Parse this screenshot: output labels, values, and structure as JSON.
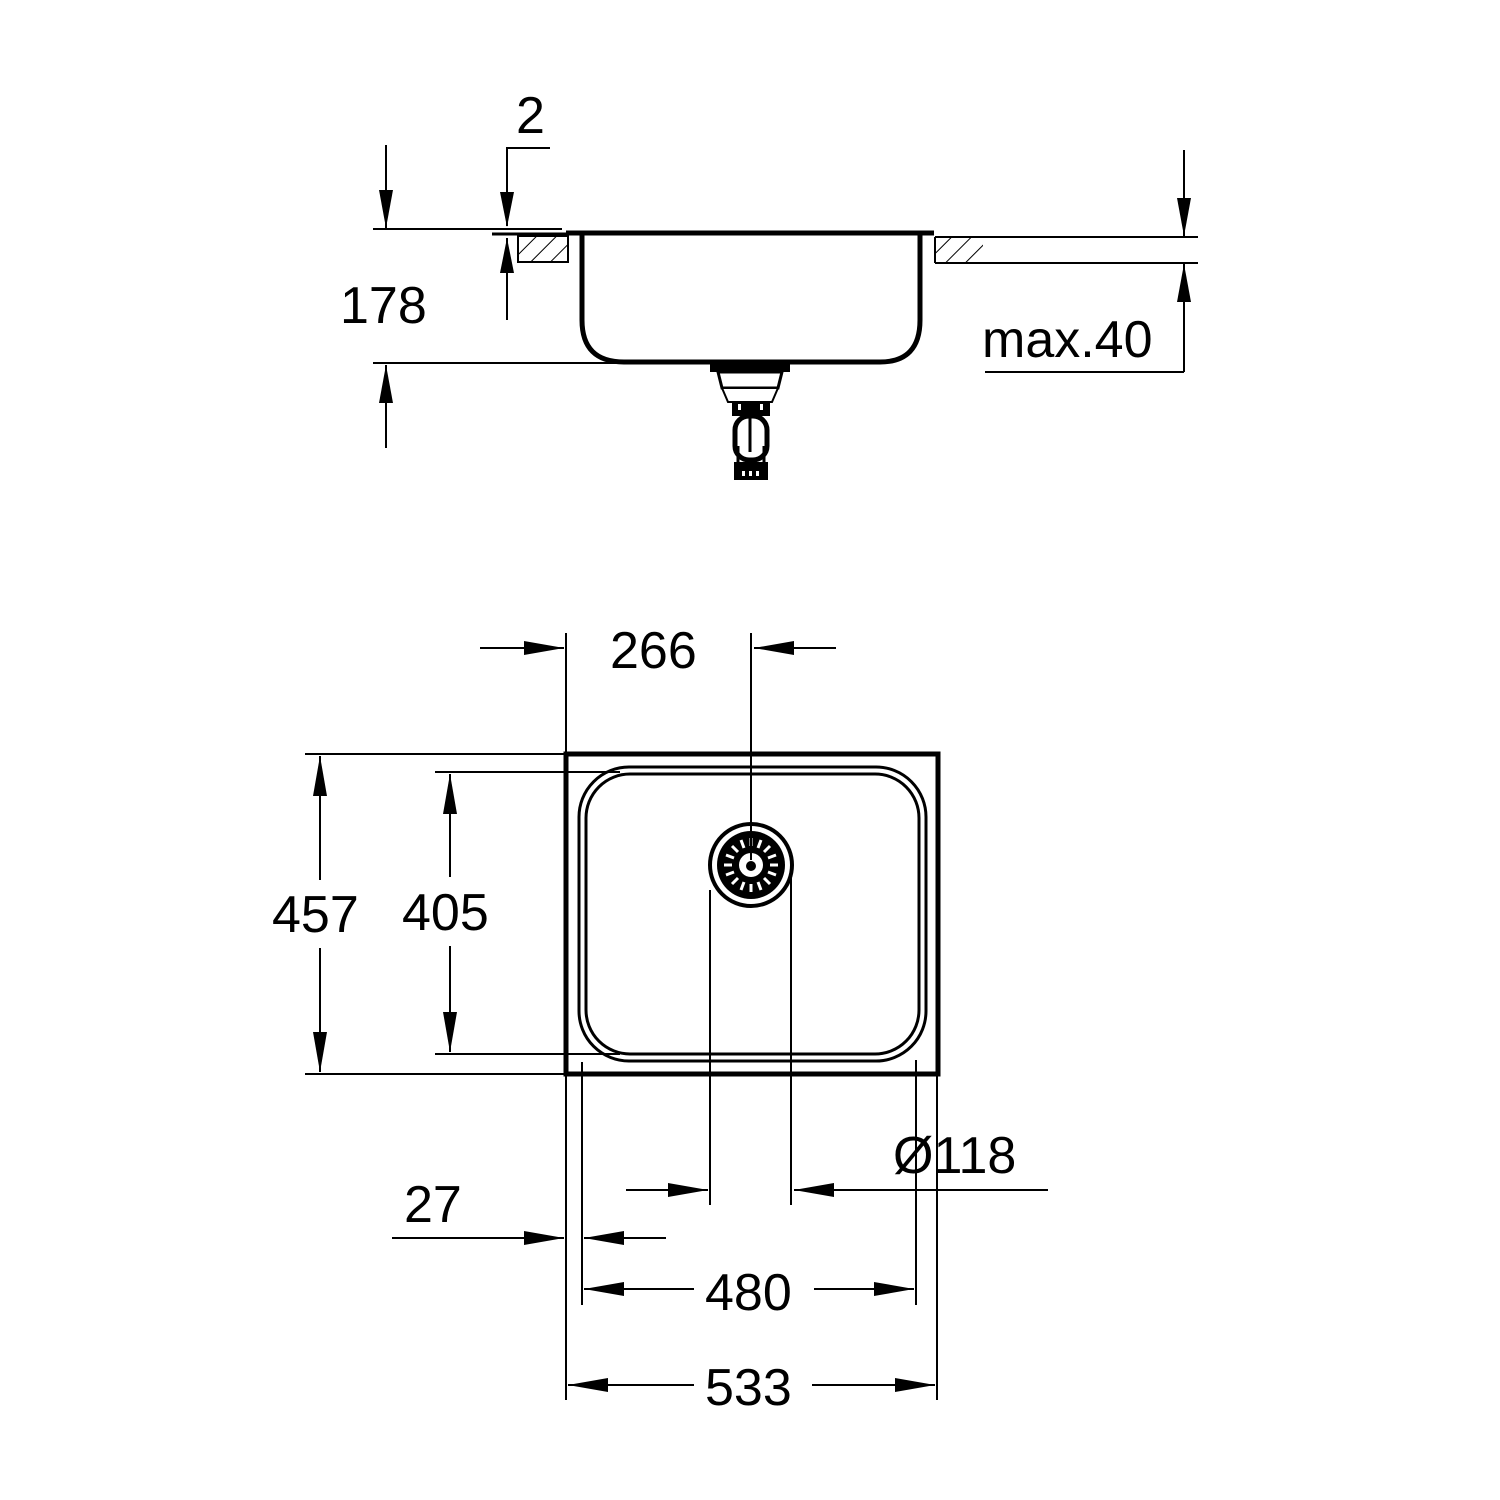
{
  "drawing": {
    "title": "Sink dimension drawing",
    "line_color": "#000000",
    "background": "#ffffff",
    "side_view": {
      "dim_rim_thickness": "2",
      "dim_bowl_depth": "178",
      "dim_max_worktop": "max.40"
    },
    "top_view": {
      "dim_drain_offset": "266",
      "dim_outer_depth": "457",
      "dim_inner_depth": "405",
      "dim_drain_diameter": "Ø118",
      "dim_rim_width": "27",
      "dim_inner_width": "480",
      "dim_outer_width": "533"
    }
  }
}
